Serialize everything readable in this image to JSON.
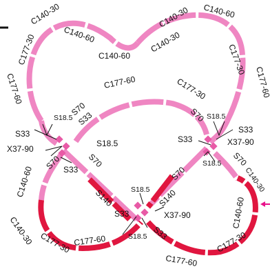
{
  "colors": {
    "pink_track": "#ef86c2",
    "red_track": "#e0163f",
    "junction": "#e85aa6",
    "arrow": "#e8118a",
    "label": "#111111"
  },
  "labels": {
    "top_left": {
      "c140_30_a": "C140-30",
      "c140_60_a": "C140-60",
      "c177_30": "C177-30",
      "c140_60_b": "C140-60"
    },
    "top_right": {
      "c140_30_a": "C140-30",
      "c140_60_a": "C140-60",
      "c140_30_b": "C140-30",
      "c177_30": "C177-30"
    },
    "outer_left": "C177-60",
    "outer_right": "C177-60",
    "middle_top": {
      "c177_60": "C177-60",
      "c177_30": "C177-30"
    },
    "left_junction": {
      "s18_5_top": "S18.5",
      "s70_top": "S70",
      "s33_left": "S33",
      "s33_mid": "S33",
      "x37_90": "X37-90",
      "s18_5_right": "S18.5",
      "s70_low": "S70",
      "s33_low": "S33",
      "s70_diag": "S70"
    },
    "right_junction": {
      "s18_5_top": "S18.5",
      "s70_top": "S70",
      "s33_right": "S33",
      "s33_left": "S33",
      "x37_90": "X37-90",
      "s18_5_low": "S18.5",
      "s70_right": "S70",
      "s70_diag": "S70"
    },
    "bottom_junction": {
      "s140_left": "S140",
      "s18_5_top": "S18.5",
      "s140_right": "S140",
      "x37_90": "X37-90",
      "s33_left": "S33",
      "s33_right": "S33",
      "s18_5_low": "S18.5"
    },
    "bottom_left": {
      "c140_60": "C140-60",
      "c140_30": "C140-30",
      "c177_30": "C177-30",
      "c177_60": "C177-60"
    },
    "bottom_right": {
      "c140_30": "C140-30",
      "c140_60": "C140-60",
      "c177_60": "C177-60",
      "c177_30": "C177-30"
    }
  }
}
